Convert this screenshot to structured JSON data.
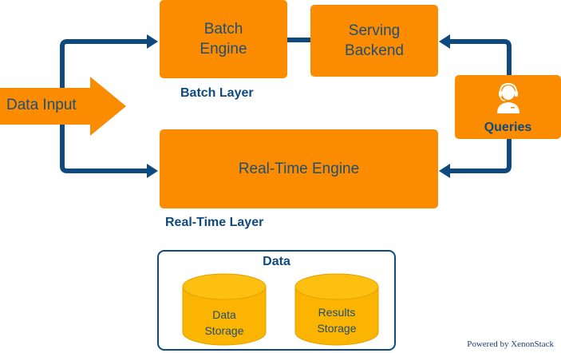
{
  "diagram": {
    "title": "Lambda Architecture",
    "colors": {
      "box_fill": "#fb8c00",
      "arrow": "#0e4a80",
      "text": "#1f4e79",
      "storage_fill": "#fbb400",
      "background": "#ffffff"
    },
    "input": {
      "label": "Data Input",
      "icon": "arrow-right-icon"
    },
    "batch_engine": {
      "line1": "Batch",
      "line2": "Engine"
    },
    "serving_backend": {
      "line1": "Serving",
      "line2": "Backend"
    },
    "batch_layer_label": "Batch Layer",
    "realtime_engine": {
      "label": "Real-Time Engine"
    },
    "realtime_layer_label": "Real-Time Layer",
    "queries": {
      "label": "Queries",
      "icon": "headset-user-icon"
    },
    "data": {
      "title": "Data",
      "stores": [
        {
          "line1": "Data",
          "line2": "Storage",
          "icon": "database-cylinder-icon"
        },
        {
          "line1": "Results",
          "line2": "Storage",
          "icon": "database-cylinder-icon"
        }
      ]
    },
    "edges": [
      {
        "from": "Data Input",
        "to": "Batch Engine"
      },
      {
        "from": "Data Input",
        "to": "Real-Time Engine"
      },
      {
        "from": "Batch Engine",
        "to": "Serving Backend"
      },
      {
        "from": "Queries",
        "to": "Serving Backend"
      },
      {
        "from": "Queries",
        "to": "Real-Time Engine"
      }
    ],
    "footer": "Powered by XenonStack"
  }
}
